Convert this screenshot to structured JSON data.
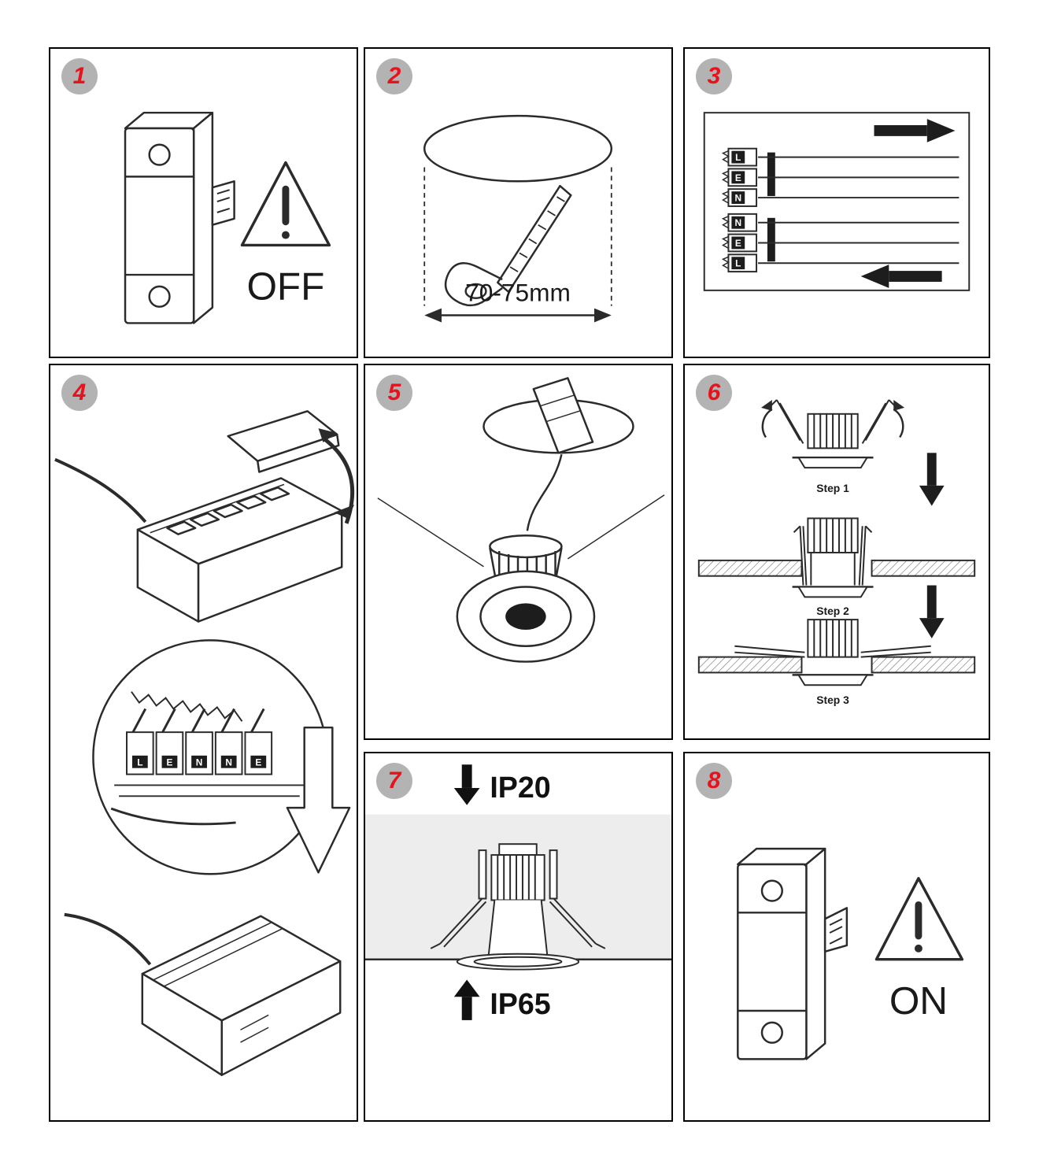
{
  "colors": {
    "badge_bg": "#b3b3b3",
    "badge_number": "#e8121c",
    "line": "#2b2b2b",
    "text": "#1a1a1a",
    "arrow_fill": "#1d1d1d",
    "ceiling_band": "#ededed"
  },
  "panels": [
    {
      "number": "1",
      "texts": {
        "state": "OFF"
      }
    },
    {
      "number": "2",
      "texts": {
        "dimension": "70-75mm"
      }
    },
    {
      "number": "3",
      "terminal_labels": [
        "L",
        "E",
        "N",
        "N",
        "E",
        "L"
      ]
    },
    {
      "number": "4",
      "detail_labels": [
        "L",
        "E",
        "N",
        "N",
        "E"
      ]
    },
    {
      "number": "5"
    },
    {
      "number": "6",
      "steps": [
        "Step 1",
        "Step 2",
        "Step 3"
      ]
    },
    {
      "number": "7",
      "texts": {
        "top_rating": "IP20",
        "bottom_rating": "IP65"
      }
    },
    {
      "number": "8",
      "texts": {
        "state": "ON"
      }
    }
  ]
}
